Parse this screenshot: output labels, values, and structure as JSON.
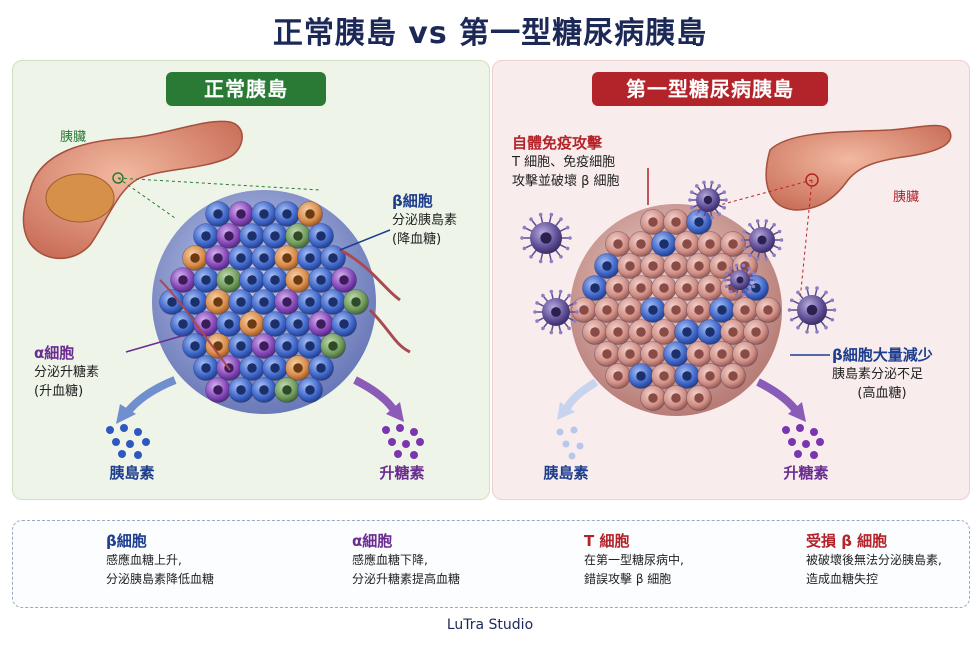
{
  "title": "正常胰島 vs 第一型糖尿病胰島",
  "left": {
    "badge": "正常胰島",
    "pancreas_label": "胰臟",
    "beta": {
      "title": "β細胞",
      "line1": "分泌胰島素",
      "line2": "(降血糖)"
    },
    "alpha": {
      "title": "α細胞",
      "line1": "分泌升糖素",
      "line2": "(升血糖)"
    },
    "out_insulin": "胰島素",
    "out_glucagon": "升糖素"
  },
  "right": {
    "badge": "第一型糖尿病胰島",
    "autoimmune": {
      "title": "自體免疫攻擊",
      "line1": "T 細胞、免疫細胞",
      "line2": "攻擊並破壞 β 細胞"
    },
    "pancreas_label": "胰臟",
    "beta_loss": {
      "title": "β細胞大量減少",
      "line1": "胰島素分泌不足",
      "line2": "(高血糖)"
    },
    "out_insulin": "胰島素",
    "out_glucagon": "升糖素"
  },
  "legend": [
    {
      "title": "β細胞",
      "line1": "感應血糖上升,",
      "line2": "分泌胰島素降低血糖",
      "icon": "beta-cell-icon",
      "color": "#3a63c8"
    },
    {
      "title": "α細胞",
      "line1": "感應血糖下降,",
      "line2": "分泌升糖素提高血糖",
      "icon": "alpha-cell-icon",
      "color": "#7a3fb0"
    },
    {
      "title": "T 細胞",
      "line1": "在第一型糖尿病中,",
      "line2": "錯誤攻擊 β 細胞",
      "icon": "t-cell-icon",
      "color": "#5a4a8a"
    },
    {
      "title": "受損 β 細胞",
      "line1": "被破壞後無法分泌胰島素,",
      "line2": "造成血糖失控",
      "icon": "damaged-beta-cell-icon",
      "color": "#c98a82"
    }
  ],
  "credit": "LuTra Studio"
}
